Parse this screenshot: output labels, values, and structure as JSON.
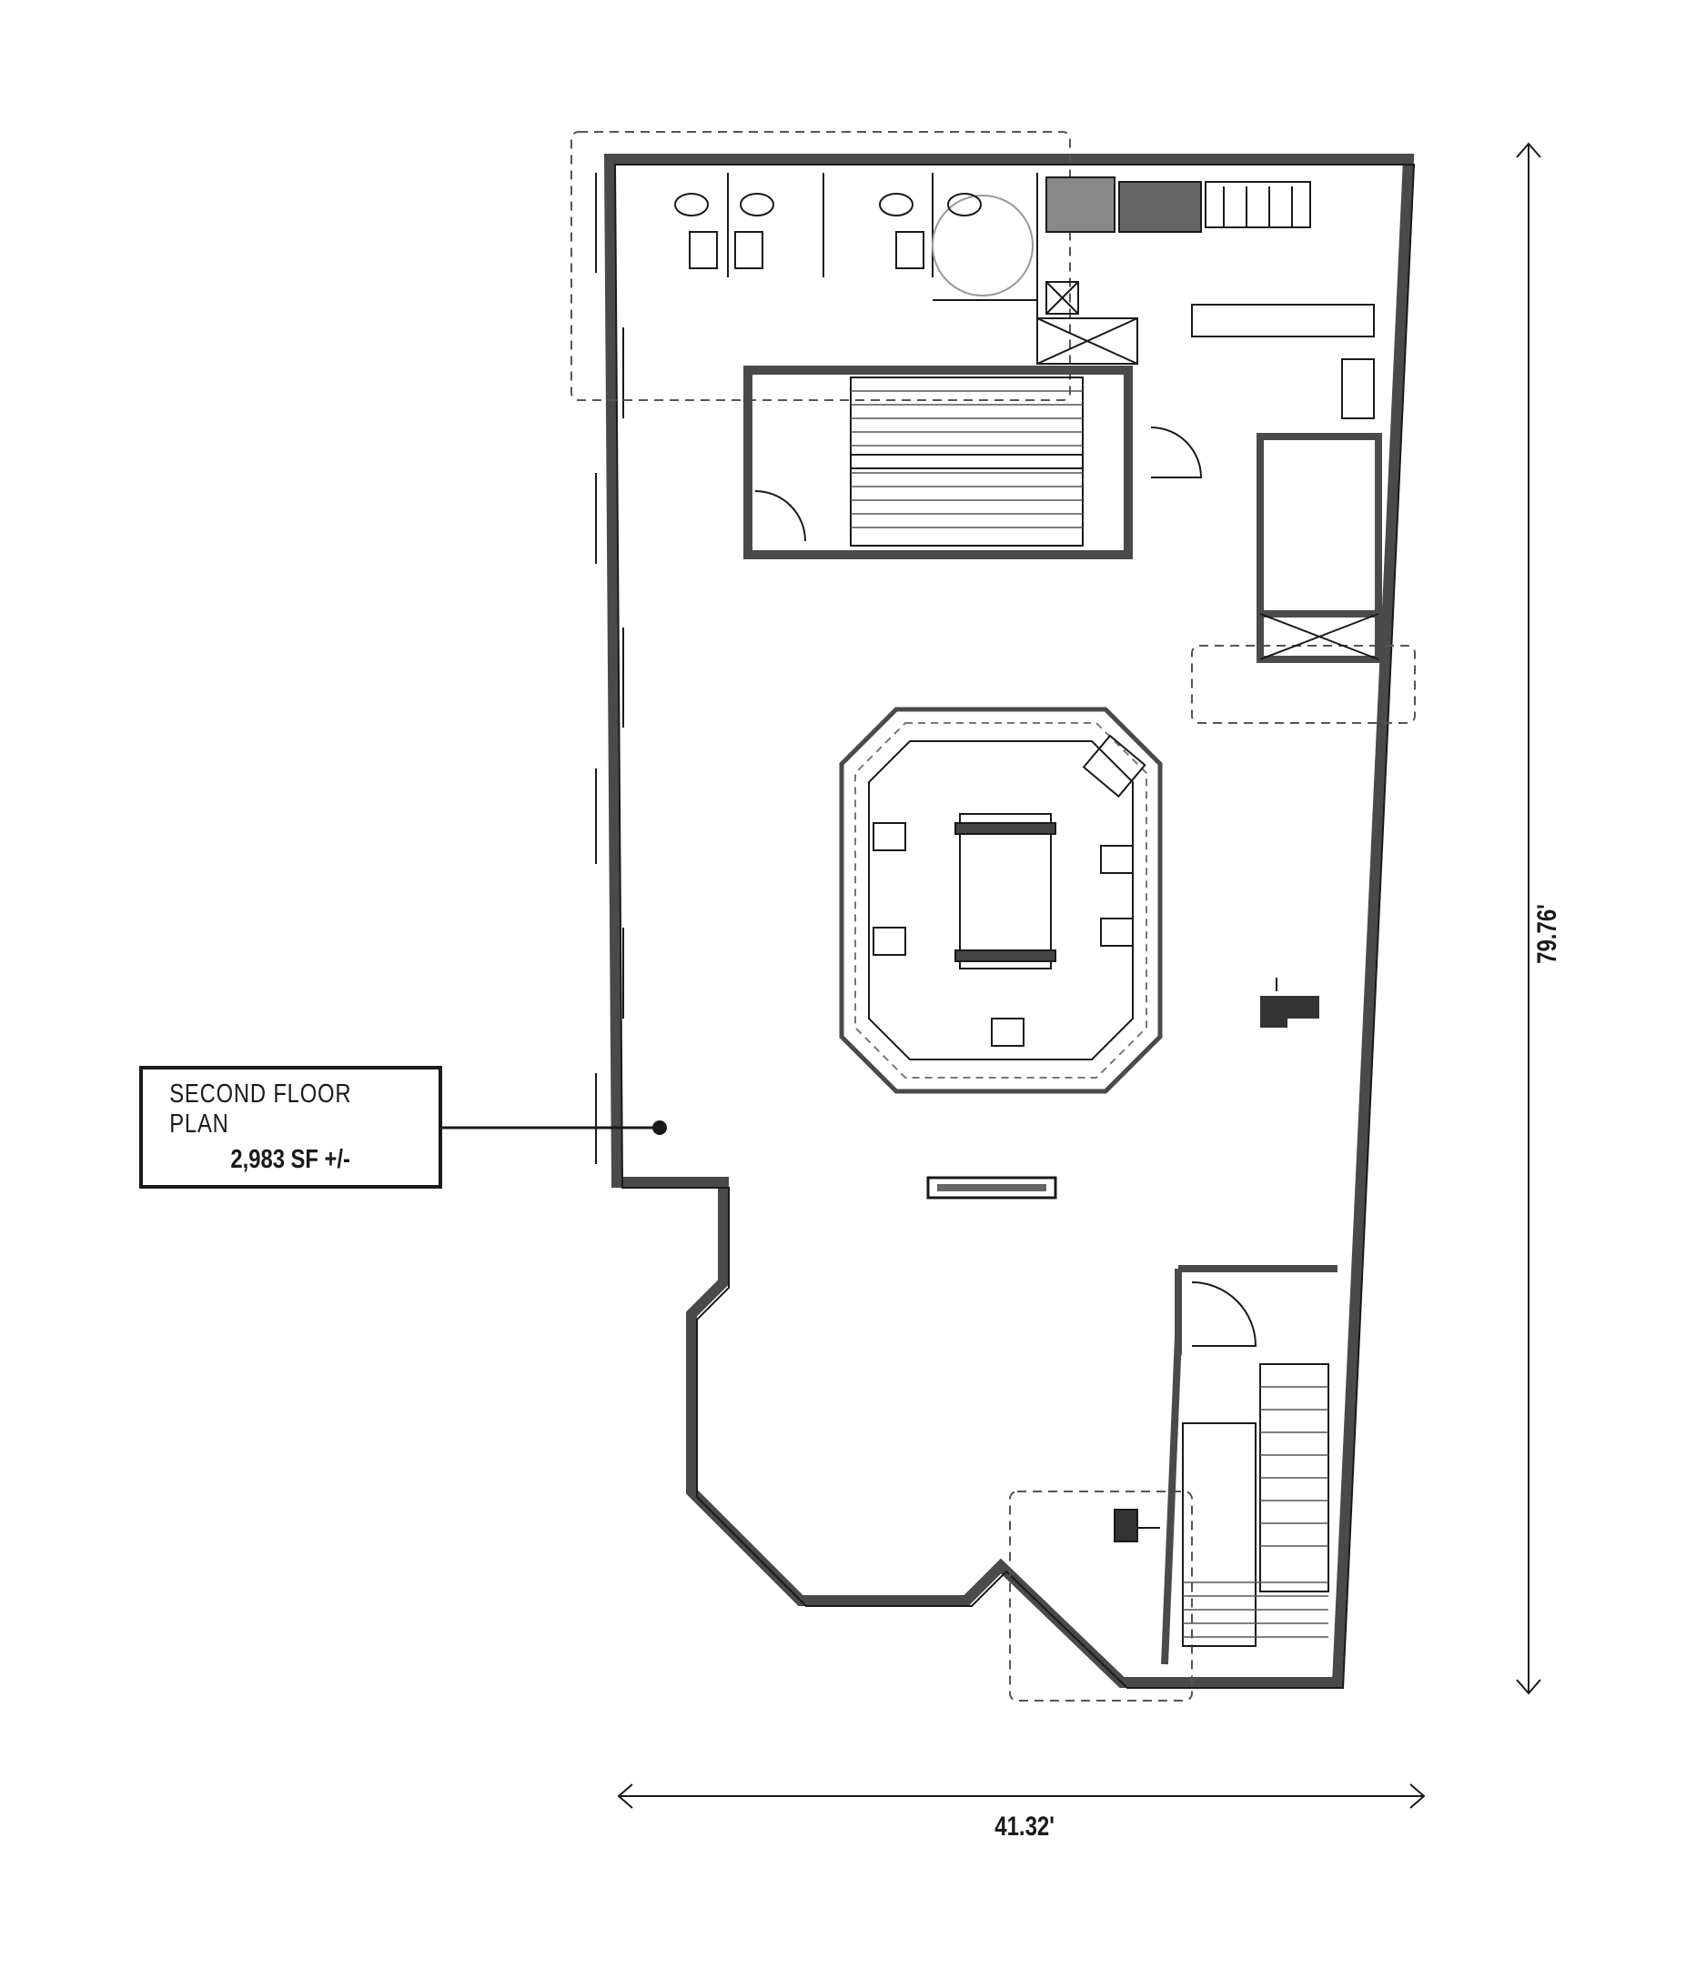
{
  "floor_plan": {
    "title": "SECOND FLOOR PLAN",
    "area": "2,983 SF +/-"
  },
  "dimensions": {
    "width": "41.32'",
    "depth": "79.76'"
  },
  "colors": {
    "wall": "#4a4a4a",
    "line": "#1a1a1a",
    "fixture": "#777777"
  }
}
